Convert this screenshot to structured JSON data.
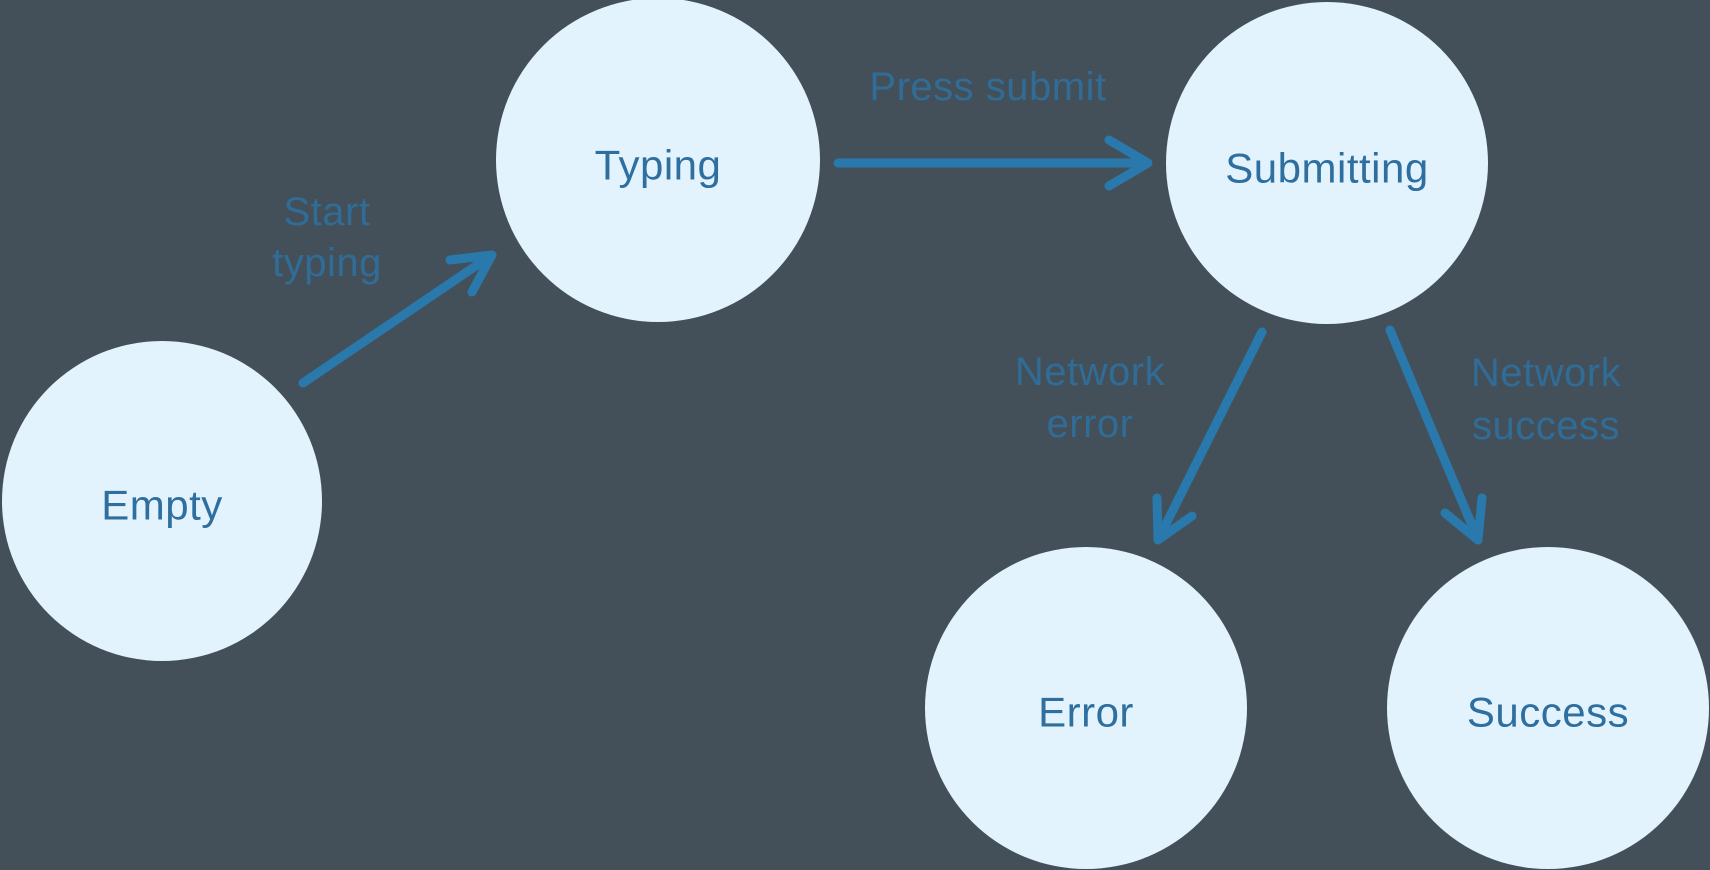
{
  "colors": {
    "background": "#43505a",
    "node_fill": "#e2f3fd",
    "node_text": "#2e6f9f",
    "arrow": "#2979ad",
    "edge_label": "#2d6f9e"
  },
  "diagram": {
    "type": "state-machine",
    "states": [
      {
        "id": "empty",
        "label": "Empty"
      },
      {
        "id": "typing",
        "label": "Typing"
      },
      {
        "id": "submitting",
        "label": "Submitting"
      },
      {
        "id": "error",
        "label": "Error"
      },
      {
        "id": "success",
        "label": "Success"
      }
    ],
    "transitions": [
      {
        "from": "empty",
        "to": "typing",
        "label_lines": [
          "Start",
          "typing"
        ]
      },
      {
        "from": "typing",
        "to": "submitting",
        "label_lines": [
          "Press submit"
        ]
      },
      {
        "from": "submitting",
        "to": "error",
        "label_lines": [
          "Network",
          "error"
        ]
      },
      {
        "from": "submitting",
        "to": "success",
        "label_lines": [
          "Network",
          "success"
        ]
      }
    ]
  }
}
